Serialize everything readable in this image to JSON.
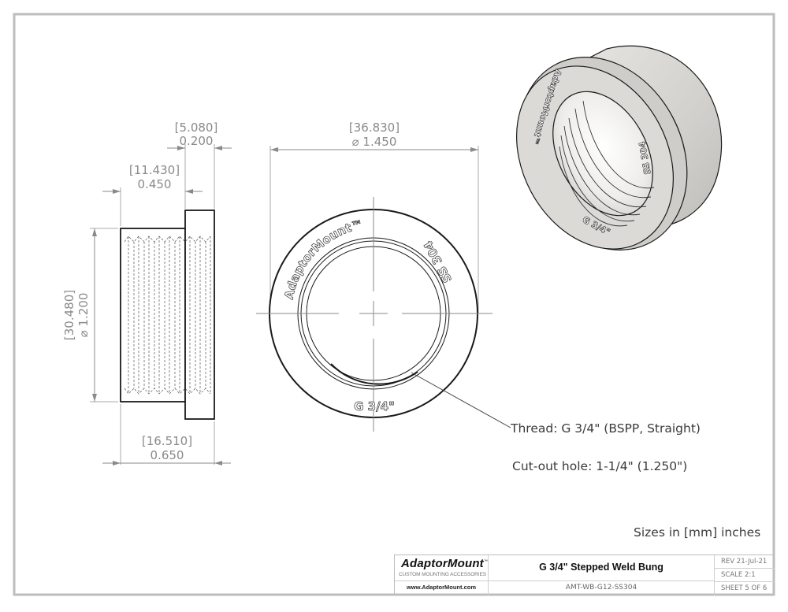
{
  "drawing": {
    "units_note": "Sizes in [mm] inches",
    "side_view": {
      "dims": {
        "flange_thickness": {
          "mm": "[5.080]",
          "in": "0.200"
        },
        "body_length": {
          "mm": "[11.430]",
          "in": "0.450"
        },
        "thread_diameter": {
          "mm": "[30.480]",
          "in": "⌀ 1.200"
        },
        "overall_length": {
          "mm": "[16.510]",
          "in": "0.650"
        }
      }
    },
    "front_view": {
      "dims": {
        "flange_diameter": {
          "mm": "[36.830]",
          "in": "⌀ 1.450"
        }
      },
      "engravings": {
        "brand": "AdaptorMount™",
        "material": "SS 304",
        "thread": "G 3/4\""
      }
    },
    "notes": {
      "thread": "Thread: G 3/4\" (BSPP, Straight)",
      "cutout": "Cut-out hole: 1-1/4\" (1.250\")"
    },
    "iso_view": {
      "engravings": {
        "brand": "AdaptorMount™",
        "material": "SS 304",
        "thread": "G 3/4\""
      }
    }
  },
  "title_block": {
    "brand": "AdaptorMount",
    "brand_mark": "™",
    "tagline": "CUSTOM MOUNTING ACCESSORIES",
    "website": "www.AdaptorMount.com",
    "title": "G 3/4\" Stepped Weld Bung",
    "part_number": "AMT-WB-G12-SS304",
    "revision": "REV 21-Jul-21",
    "scale": "SCALE 2:1",
    "sheet": "SHEET 5 OF 6"
  },
  "colors": {
    "frame": "#bdbdbd",
    "dimension": "#8a8a8a",
    "geometry": "#1a1a1a",
    "part_shade": "#dcdad7"
  }
}
